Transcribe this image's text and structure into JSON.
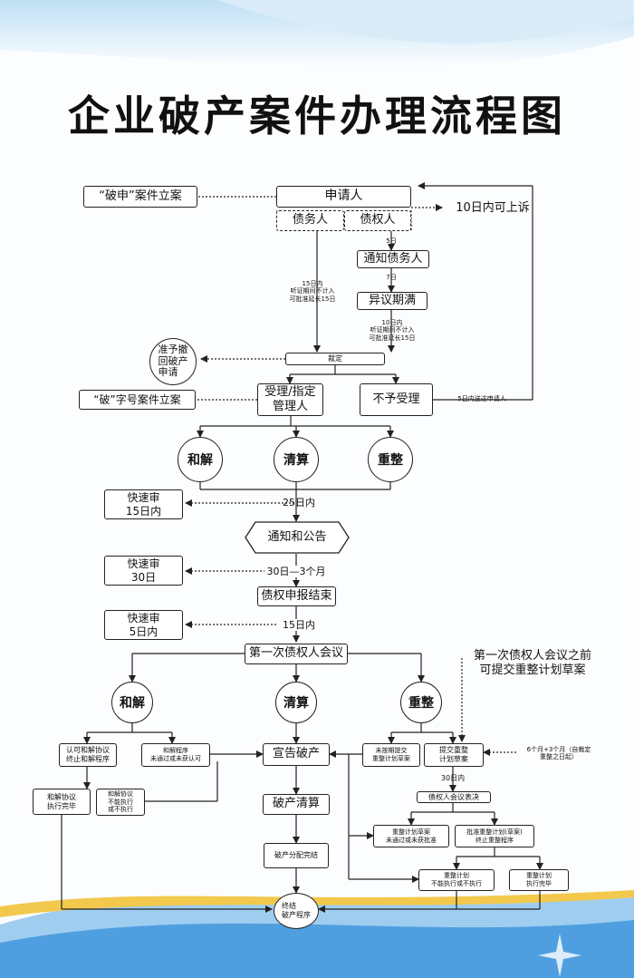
{
  "title": "企业破产案件办理流程图",
  "colors": {
    "sky": "#cfe6f6",
    "wave": "#5fa8dc",
    "gold": "#f2c94c",
    "ink": "#222222"
  },
  "nodes": {
    "apply": "申请人",
    "debtor": "债务人",
    "creditor": "债权人",
    "case_file": "“破申”案件立案",
    "appeal": "10日内可上诉",
    "notify_debtor": "通知债务人",
    "objection": "异议期满",
    "ruling": "裁定",
    "withdraw": "准予撤\n回破产\n申请",
    "accept": "受理/指定\n管理人",
    "reject": "不予受理",
    "case_no": "“破”字号案件立案",
    "settle": "和解",
    "liquidate": "清算",
    "reorg": "重整",
    "fast1": "快速审\n15日内",
    "notice": "通知和公告",
    "fast2": "快速审\n30日",
    "claims_end": "债权申报结束",
    "fast3": "快速审\n5日内",
    "first_meeting": "第一次债权人会议",
    "pre_plan": "第一次债权人会议之前\n可提交重整计划草案",
    "settle2": "和解",
    "liquidate2": "清算",
    "reorg2": "重整",
    "approve_agree": "认可和解协议\n终止和解程序",
    "agree_fail": "和解程序\n未通过或未获认可",
    "bankrupt": "宣告破产",
    "late_plan": "未按期提交\n重整计划草案",
    "submit_plan": "提交重整\n计划草案",
    "plan_period": "6个月+3个月（自裁定\n重整之日起）",
    "agree_done": "和解协议\n执行完毕",
    "agree_breach": "和解协议\n不能执行\n或不执行",
    "bk_liq": "破产清算",
    "vote": "债权人会议表决",
    "plan_fail": "重整计划草案\n未通过或未获批准",
    "plan_ok": "批准重整计划(草案)\n终止重整程序",
    "dist_done": "破产分配完结",
    "plan_breach": "重整计划\n不能执行或不执行",
    "plan_done": "重整计划\n执行完毕",
    "end": "终结\n破产程序"
  },
  "labels": {
    "d5": "5日",
    "d7": "7日",
    "d15": "15日内\n听证期间不计入\n可批准延长15日",
    "d10": "10日内\n听证期间不计入\n可批准延长15日",
    "d5send": "5日内送达申请人",
    "d25": "25日内",
    "d30": "30日—3个月",
    "d15b": "15日内",
    "d30b": "30日内"
  }
}
